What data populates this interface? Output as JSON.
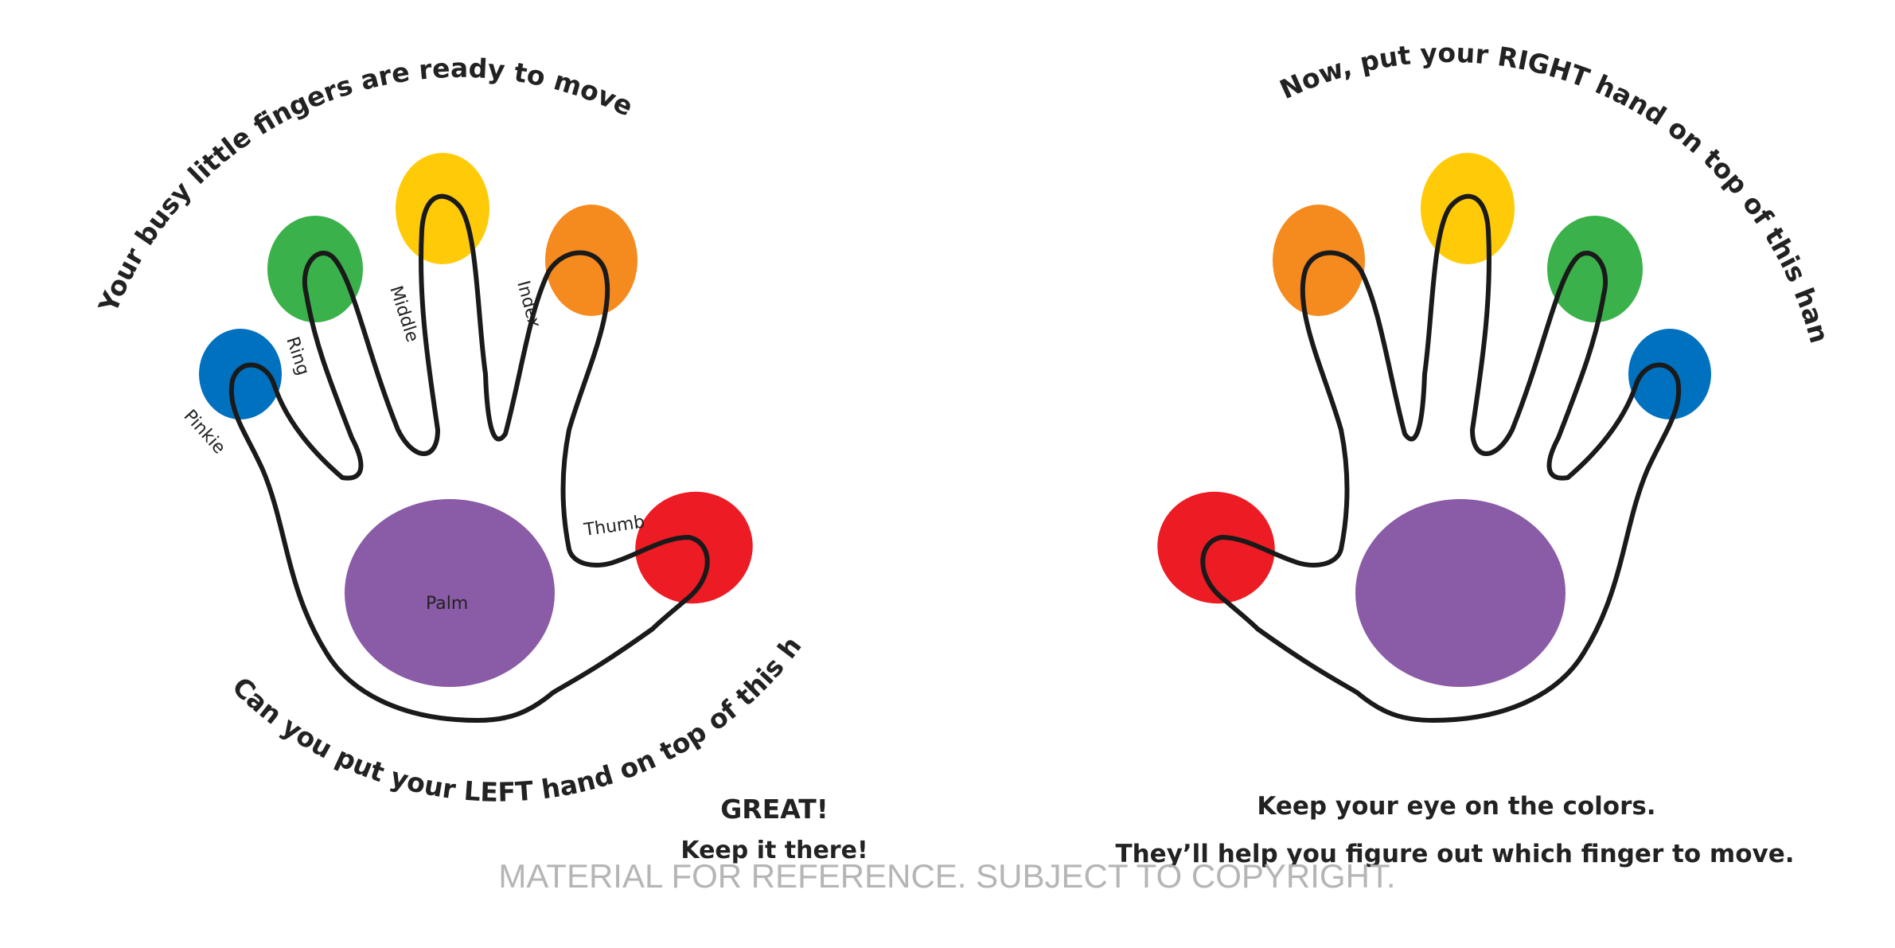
{
  "colors": {
    "pinkie": "#0071bf",
    "ring": "#3ab14a",
    "middle": "#ffcb08",
    "index": "#f58a1f",
    "thumb": "#ed1b24",
    "palm": "#8a5ba6",
    "outline": "#1a1a1a",
    "text": "#222222",
    "watermark": "#b5b5b5"
  },
  "left_page": {
    "top_arc_text": "Your busy little fingers are ready to move . . .",
    "bottom_arc_text": "Can you put your LEFT hand on top of this hand?",
    "labels": {
      "pinkie": "Pinkie",
      "ring": "Ring",
      "middle": "Middle",
      "index": "Index",
      "thumb": "Thumb",
      "palm": "Palm"
    },
    "caption_line1": "GREAT!",
    "caption_line2": "Keep it there!"
  },
  "right_page": {
    "top_arc_text": "Now, put your RIGHT hand on top of this hand.",
    "caption_line1": "Keep your eye on the colors.",
    "caption_line2": "They’ll help you figure out which finger to move."
  },
  "watermark": "MATERIAL FOR REFERENCE. SUBJECT TO COPYRIGHT."
}
